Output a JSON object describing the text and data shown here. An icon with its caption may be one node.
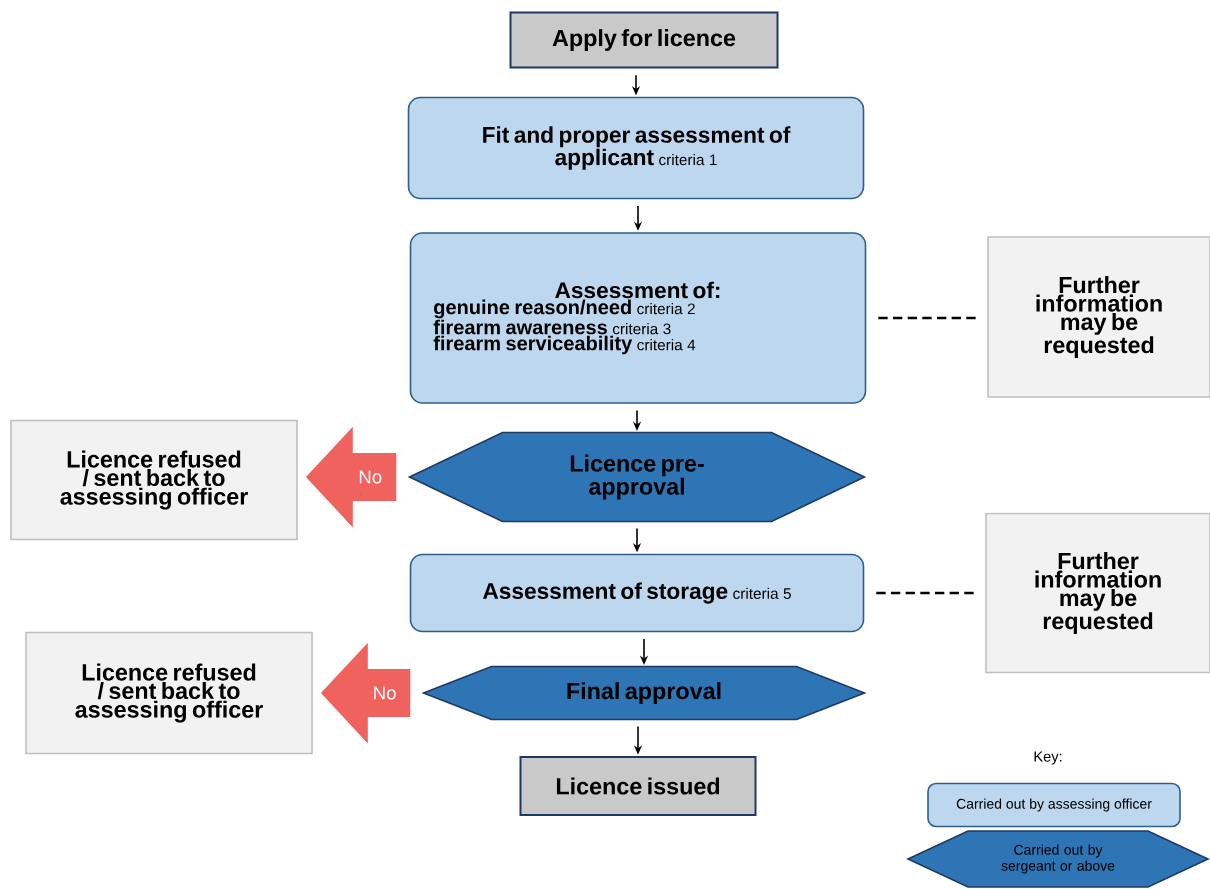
{
  "diagram": {
    "nodes": [
      {
        "text": [
          "Apply for licence"
        ]
      },
      {
        "text": [
          "Fit and proper assessment of applicant",
          "criteria 1"
        ]
      },
      {
        "text": [
          "Assessment of:",
          "genuine reason/need",
          "criteria 2",
          "firearm awareness",
          "criteria 3",
          "firearm serviceability",
          "criteria 4"
        ]
      },
      {
        "text": [
          "Further information may be requested"
        ]
      },
      {
        "text": [
          "Licence pre-approval"
        ]
      },
      {
        "text": [
          "Licence refused / sent back to assessing officer"
        ]
      },
      {
        "text": [
          "Assessment of storage",
          "criteria 5"
        ]
      },
      {
        "text": [
          "Further information may be requested"
        ]
      },
      {
        "text": [
          "Final approval"
        ]
      },
      {
        "text": [
          "Licence refused / sent back to assessing officer"
        ]
      },
      {
        "text": [
          "Licence issued"
        ]
      }
    ],
    "edges": [
      {
        "from": 0,
        "to": 1,
        "arrow": "to"
      },
      {
        "from": 1,
        "to": 2,
        "arrow": "to"
      },
      {
        "from": 2,
        "to": 3,
        "arrow": "none",
        "style": "dashed"
      },
      {
        "from": 2,
        "to": 4,
        "arrow": "to"
      },
      {
        "from": 4,
        "to": 5,
        "arrow": "to",
        "label": "No",
        "style": "thick",
        "color": "#f0625d"
      },
      {
        "from": 4,
        "to": 6,
        "arrow": "to"
      },
      {
        "from": 6,
        "to": 7,
        "arrow": "none",
        "style": "dashed"
      },
      {
        "from": 6,
        "to": 8,
        "arrow": "to"
      },
      {
        "from": 8,
        "to": 9,
        "arrow": "to",
        "label": "No",
        "style": "thick",
        "color": "#f0625d"
      },
      {
        "from": 8,
        "to": 10,
        "arrow": "to"
      }
    ],
    "labels": [
      "Key:"
    ],
    "legend": [
      {
        "text": "Carried out by assessing officer"
      },
      {
        "text": "Carried out by sergeant or above"
      }
    ]
  }
}
